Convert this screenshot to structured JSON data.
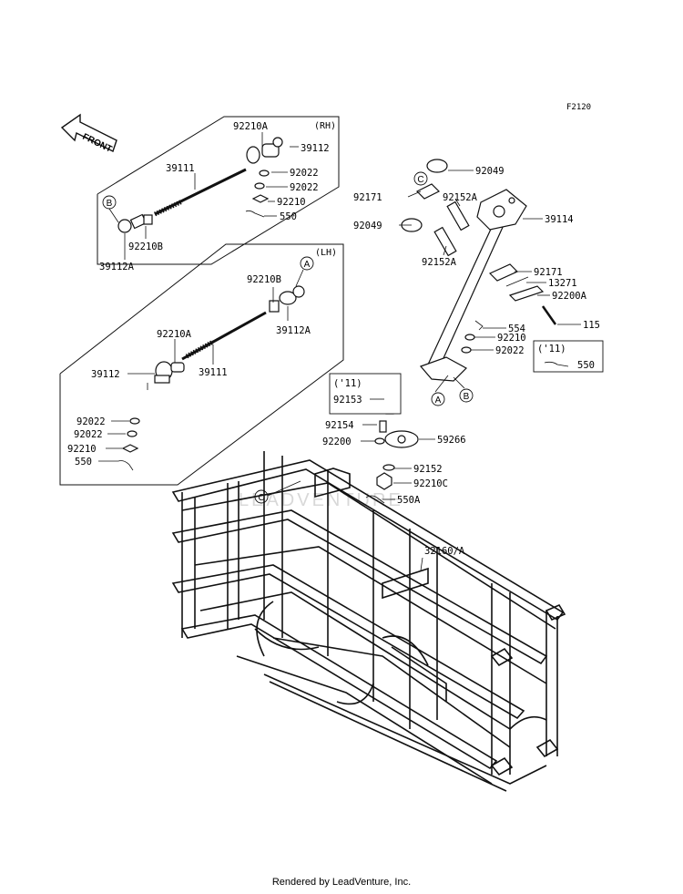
{
  "figure_code": "F2120",
  "direction_label": "FRONT",
  "watermark": "LEADVENTURE",
  "footer": "Rendered by LeadVenture, Inc.",
  "rh_box": {
    "title": "(RH)",
    "callouts": {
      "b": "B"
    },
    "labels": {
      "p92210A": "92210A",
      "p39112": "39112",
      "p39111": "39111",
      "p92022a": "92022",
      "p92022b": "92022",
      "p92210": "92210",
      "p550": "550",
      "p92210B": "92210B",
      "p39112A": "39112A"
    }
  },
  "lh_box": {
    "title": "(LH)",
    "callouts": {
      "a": "A"
    },
    "labels": {
      "p92210B": "92210B",
      "p39112A": "39112A",
      "p92210A": "92210A",
      "p39112": "39112",
      "p39111": "39111",
      "p92022a": "92022",
      "p92022b": "92022",
      "p92210": "92210",
      "p550": "550"
    }
  },
  "steering": {
    "callouts": {
      "c1": "C",
      "a2": "A",
      "b2": "B",
      "c2": "C"
    },
    "labels": {
      "p92049a": "92049",
      "p92171a": "92171",
      "p92152A_a": "92152A",
      "p92049b": "92049",
      "p39114": "39114",
      "p92152A_b": "92152A",
      "p92171b": "92171",
      "p13271": "13271",
      "p92200A": "92200A",
      "p115": "115",
      "p554": "554",
      "p92210": "92210",
      "p92022": "92022",
      "p59266": "59266",
      "p92154": "92154",
      "p92200": "92200",
      "p92152": "92152",
      "p92210C": "92210C",
      "p550A": "550A",
      "p32160A": "32160/A"
    },
    "year_box_left": {
      "year": "('11)",
      "part": "92153"
    },
    "year_box_right": {
      "year": "('11)",
      "part": "550"
    }
  }
}
